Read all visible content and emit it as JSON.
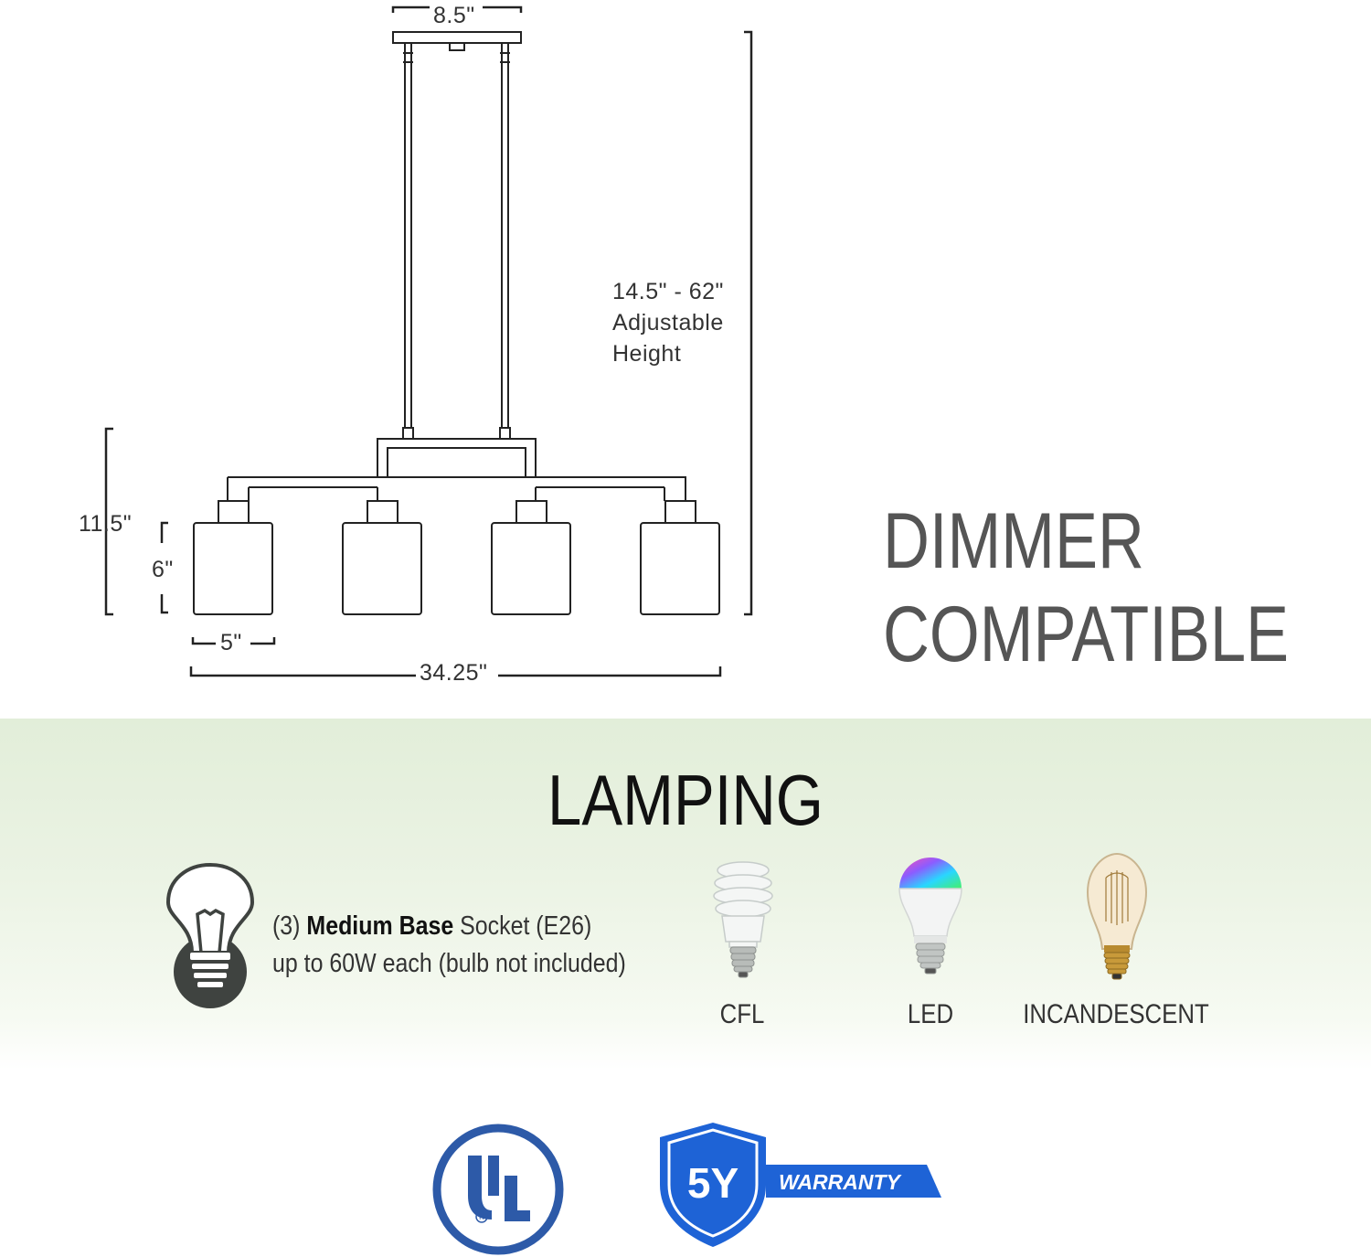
{
  "dimensions": {
    "canopy_width": "8.5\"",
    "height_range": "14.5\" - 62\"",
    "height_word1": "Adjustable",
    "height_word2": "Height",
    "body_height": "11.5\"",
    "shade_height": "6\"",
    "shade_width": "5\"",
    "overall_width": "34.25\""
  },
  "feature": {
    "line1": "DIMMER",
    "line2": "COMPATIBLE"
  },
  "lamping": {
    "title": "LAMPING",
    "count": "(3)",
    "base_bold": "Medium Base",
    "socket": "Socket (E26)",
    "wattage_line": "up to 60W each (bulb not included)",
    "bulb_types": [
      {
        "label": "CFL",
        "icon": "cfl-bulb-icon"
      },
      {
        "label": "LED",
        "icon": "led-bulb-icon"
      },
      {
        "label": "INCANDESCENT",
        "icon": "incandescent-bulb-icon"
      }
    ]
  },
  "certifications": {
    "ul_text": "UL",
    "warranty_years": "5Y",
    "warranty_text": "WARRANTY"
  },
  "colors": {
    "band_green": "#e6f0dd",
    "ul_blue": "#2d5aa8",
    "warranty_blue": "#1e63d6",
    "bulb_icon_dark": "#3f4340"
  }
}
